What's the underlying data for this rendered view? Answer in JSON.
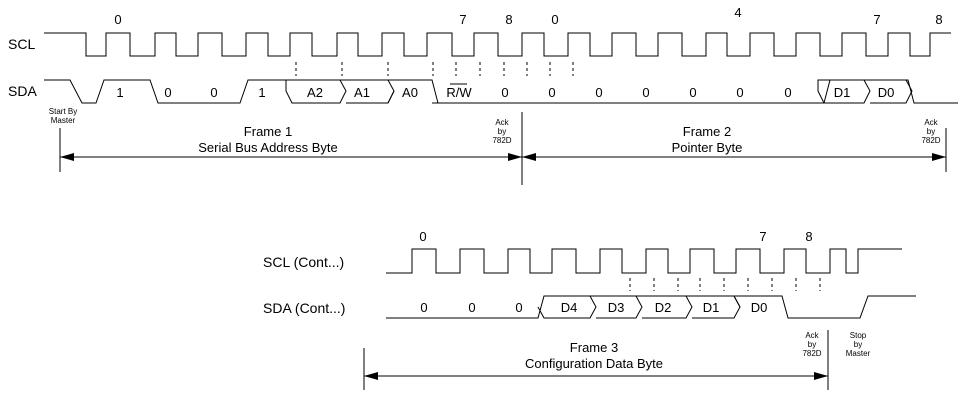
{
  "signals": {
    "scl": "SCL",
    "sda": "SDA",
    "scl_cont": "SCL (Cont...)",
    "sda_cont": "SDA (Cont...)"
  },
  "clock_labels_top": [
    "0",
    "7",
    "8",
    "0",
    "4",
    "7",
    "8"
  ],
  "clock_labels_bottom": [
    "0",
    "7",
    "8"
  ],
  "sda_bits_top": [
    "1",
    "0",
    "0",
    "1",
    "A2",
    "A1",
    "A0",
    "R/W",
    "0",
    "0",
    "0",
    "0",
    "0",
    "0",
    "0",
    "D1",
    "D0"
  ],
  "sda_bits_bottom": [
    "0",
    "0",
    "0",
    "D4",
    "D3",
    "D2",
    "D1",
    "D0"
  ],
  "notes": {
    "start": [
      "Start By",
      "Master"
    ],
    "ack1": [
      "Ack",
      "by",
      "782D"
    ],
    "ack2": [
      "Ack",
      "by",
      "782D"
    ],
    "ack3": [
      "Ack",
      "by",
      "782D"
    ],
    "stop": [
      "Stop",
      "by",
      "Master"
    ]
  },
  "frames": [
    {
      "title": "Frame 1",
      "subtitle": "Serial Bus Address Byte"
    },
    {
      "title": "Frame 2",
      "subtitle": "Pointer Byte"
    },
    {
      "title": "Frame 3",
      "subtitle": "Configuration Data Byte"
    }
  ]
}
